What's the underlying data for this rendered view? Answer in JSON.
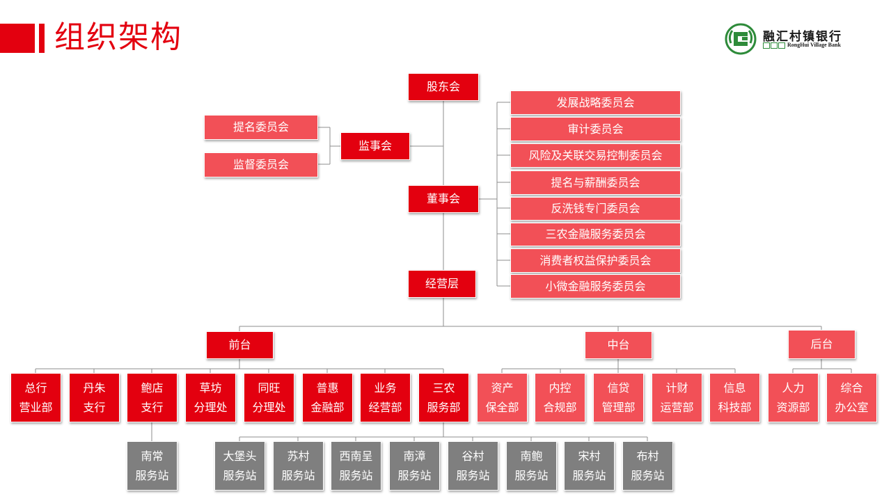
{
  "page": {
    "title": "组织架构"
  },
  "logo": {
    "name_cn": "融汇村镇银行",
    "name_en": "RongHui Village Bank",
    "tags": [
      "",
      "",
      ""
    ]
  },
  "org": {
    "shareholders": "股东会",
    "supervisors": "监事会",
    "supervisor_committees": [
      "提名委员会",
      "监督委员会"
    ],
    "board": "董事会",
    "board_committees": [
      "发展战略委员会",
      "审计委员会",
      "风险及关联交易控制委员会",
      "提名与薪酬委员会",
      "反洗钱专门委员会",
      "三农金融服务委员会",
      "消费者权益保护委员会",
      "小微金融服务委员会"
    ],
    "management": "经营层",
    "front": "前台",
    "middle": "中台",
    "back": "后台",
    "front_depts": [
      [
        "总行",
        "营业部"
      ],
      [
        "丹朱",
        "支行"
      ],
      [
        "鲍店",
        "支行"
      ],
      [
        "草坊",
        "分理处"
      ],
      [
        "同旺",
        "分理处"
      ],
      [
        "普惠",
        "金融部"
      ],
      [
        "业务",
        "经营部"
      ],
      [
        "三农",
        "服务部"
      ]
    ],
    "middle_depts": [
      [
        "资产",
        "保全部"
      ],
      [
        "内控",
        "合规部"
      ],
      [
        "信贷",
        "管理部"
      ],
      [
        "计财",
        "运营部"
      ],
      [
        "信息",
        "科技部"
      ]
    ],
    "back_depts": [
      [
        "人力",
        "资源部"
      ],
      [
        "综合",
        "办公室"
      ]
    ],
    "baodian_station": [
      "南常",
      "服务站"
    ],
    "sannong_stations": [
      [
        "大堡头",
        "服务站"
      ],
      [
        "苏村",
        "服务站"
      ],
      [
        "西南呈",
        "服务站"
      ],
      [
        "南漳",
        "服务站"
      ],
      [
        "谷村",
        "服务站"
      ],
      [
        "南鲍",
        "服务站"
      ],
      [
        "宋村",
        "服务站"
      ],
      [
        "布村",
        "服务站"
      ]
    ]
  }
}
